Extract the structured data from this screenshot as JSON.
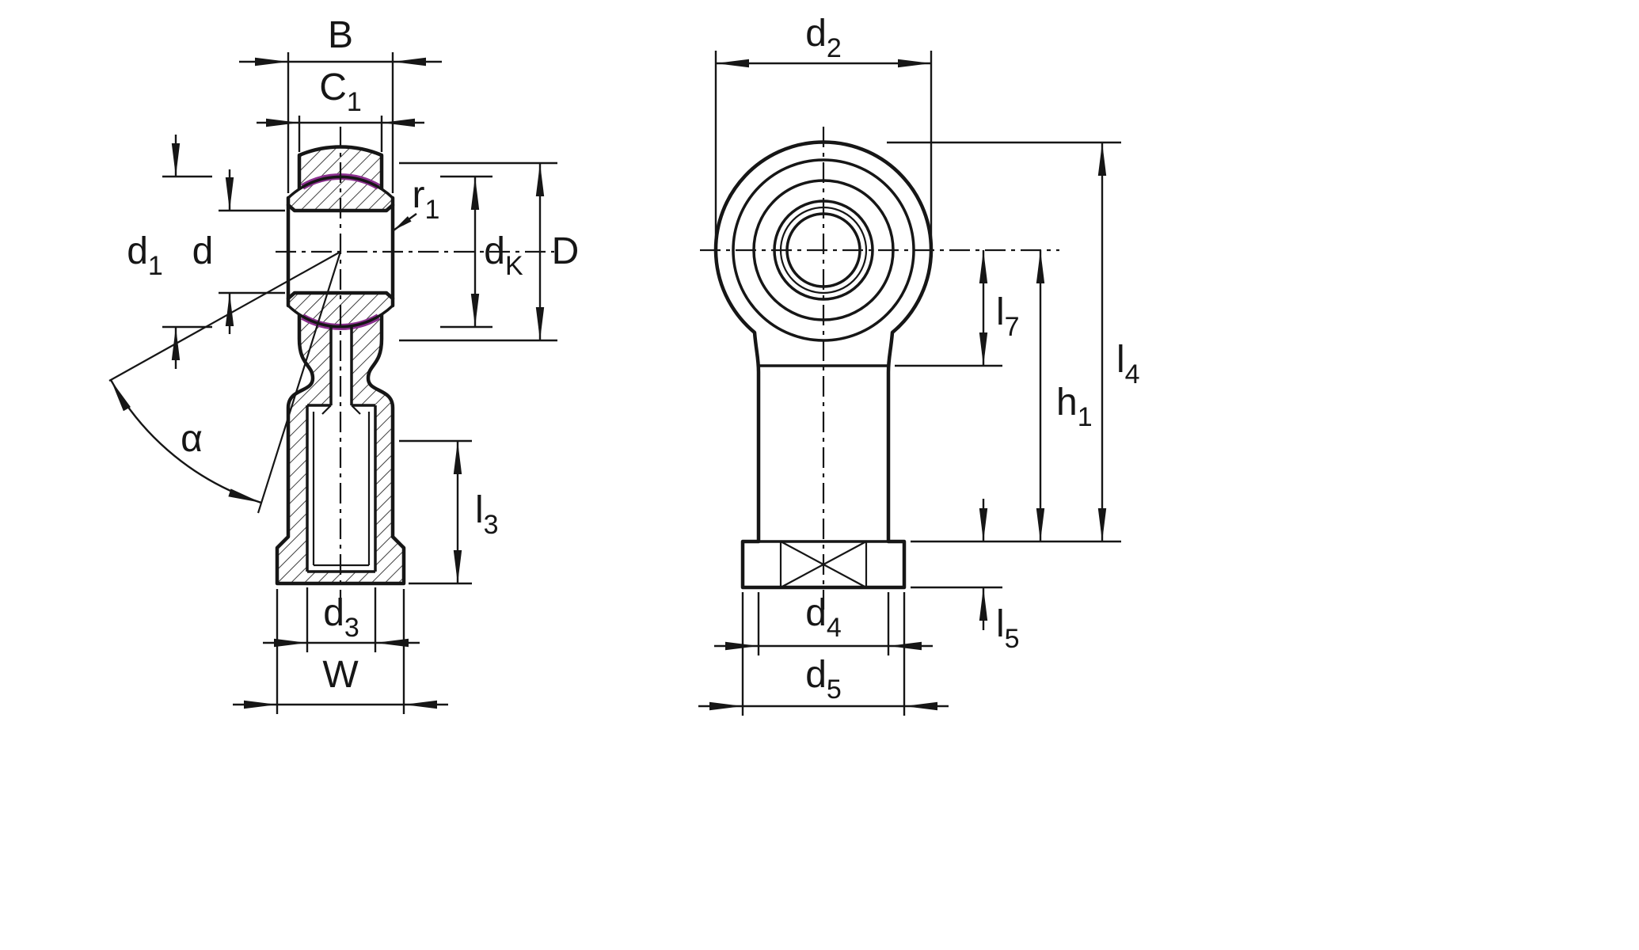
{
  "diagram": {
    "type": "technical-drawing",
    "subject": "Rod end bearing with internal thread - dimensional drawing, sectioned side view and front view",
    "colors": {
      "line": "#161616",
      "seal": "#8b2f8f",
      "background": "#ffffff"
    },
    "views": {
      "left": {
        "name": "side-section-view",
        "dimension_labels": [
          "B",
          "C1",
          "d1",
          "d",
          "r1",
          "dK",
          "D",
          "alpha",
          "l3",
          "d3",
          "W"
        ]
      },
      "right": {
        "name": "front-view",
        "dimension_labels": [
          "d2",
          "l7",
          "h1",
          "l4",
          "l5",
          "d4",
          "d5"
        ]
      }
    },
    "labels": {
      "B": {
        "base": "B",
        "sub": ""
      },
      "C1": {
        "base": "C",
        "sub": "1"
      },
      "d1": {
        "base": "d",
        "sub": "1"
      },
      "d": {
        "base": "d",
        "sub": ""
      },
      "r1": {
        "base": "r",
        "sub": "1"
      },
      "dK": {
        "base": "d",
        "sub": "K"
      },
      "D": {
        "base": "D",
        "sub": ""
      },
      "alpha": {
        "base": "α",
        "sub": ""
      },
      "l3": {
        "base": "l",
        "sub": "3"
      },
      "d3": {
        "base": "d",
        "sub": "3"
      },
      "W": {
        "base": "W",
        "sub": ""
      },
      "d2": {
        "base": "d",
        "sub": "2"
      },
      "l7": {
        "base": "l",
        "sub": "7"
      },
      "h1": {
        "base": "h",
        "sub": "1"
      },
      "l4": {
        "base": "l",
        "sub": "4"
      },
      "l5": {
        "base": "l",
        "sub": "5"
      },
      "d4": {
        "base": "d",
        "sub": "4"
      },
      "d5": {
        "base": "d",
        "sub": "5"
      }
    }
  }
}
